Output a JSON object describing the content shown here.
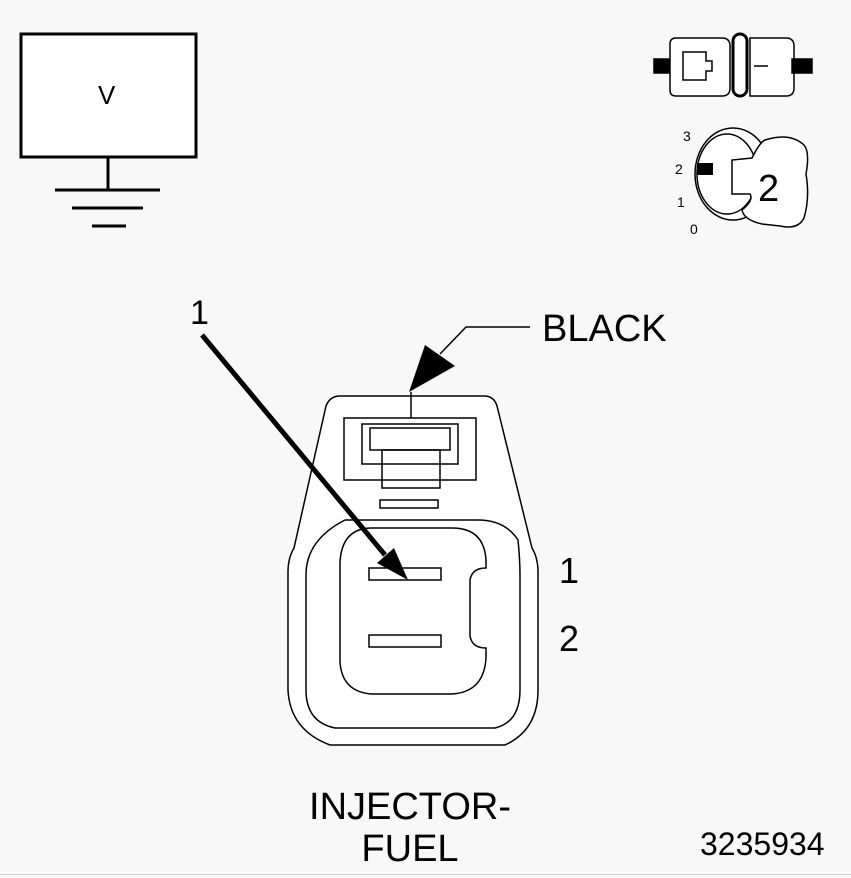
{
  "meter": {
    "label": "V"
  },
  "pin_callout": "1",
  "connector": {
    "color": "BLACK",
    "pins": [
      "1",
      "2"
    ],
    "title_line_1": "INJECTOR-",
    "title_line_2": "FUEL"
  },
  "ignition_key": {
    "scale": [
      "3",
      "2",
      "1",
      "0"
    ],
    "selected_position": "2"
  },
  "figure_number": "3235934"
}
